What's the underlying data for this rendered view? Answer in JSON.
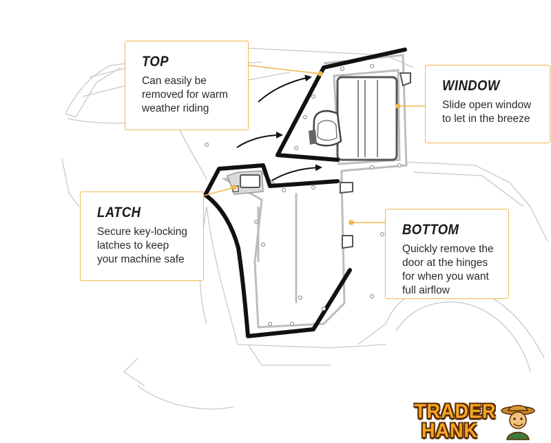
{
  "callouts": {
    "top": {
      "title": "TOP",
      "text": "Can easily be removed for warm weather riding"
    },
    "window": {
      "title": "WINDOW",
      "text": "Slide open window to let in the breeze"
    },
    "latch": {
      "title": "LATCH",
      "text": "Secure key-locking latches to keep your machine safe"
    },
    "bottom": {
      "title": "BOTTOM",
      "text": "Quickly remove the door at the hinges for when you want full airflow"
    }
  },
  "logo": {
    "line1": "TRADER",
    "line2": "HANK",
    "mascot": "cowboy-mascot-icon"
  },
  "colors": {
    "accent": "#f2b64a",
    "outline": "#111111",
    "faint": "#c8c8c8",
    "frame": "#bdbdbd",
    "logo_fill": "#f5a623",
    "logo_outline": "#5a2a00"
  }
}
